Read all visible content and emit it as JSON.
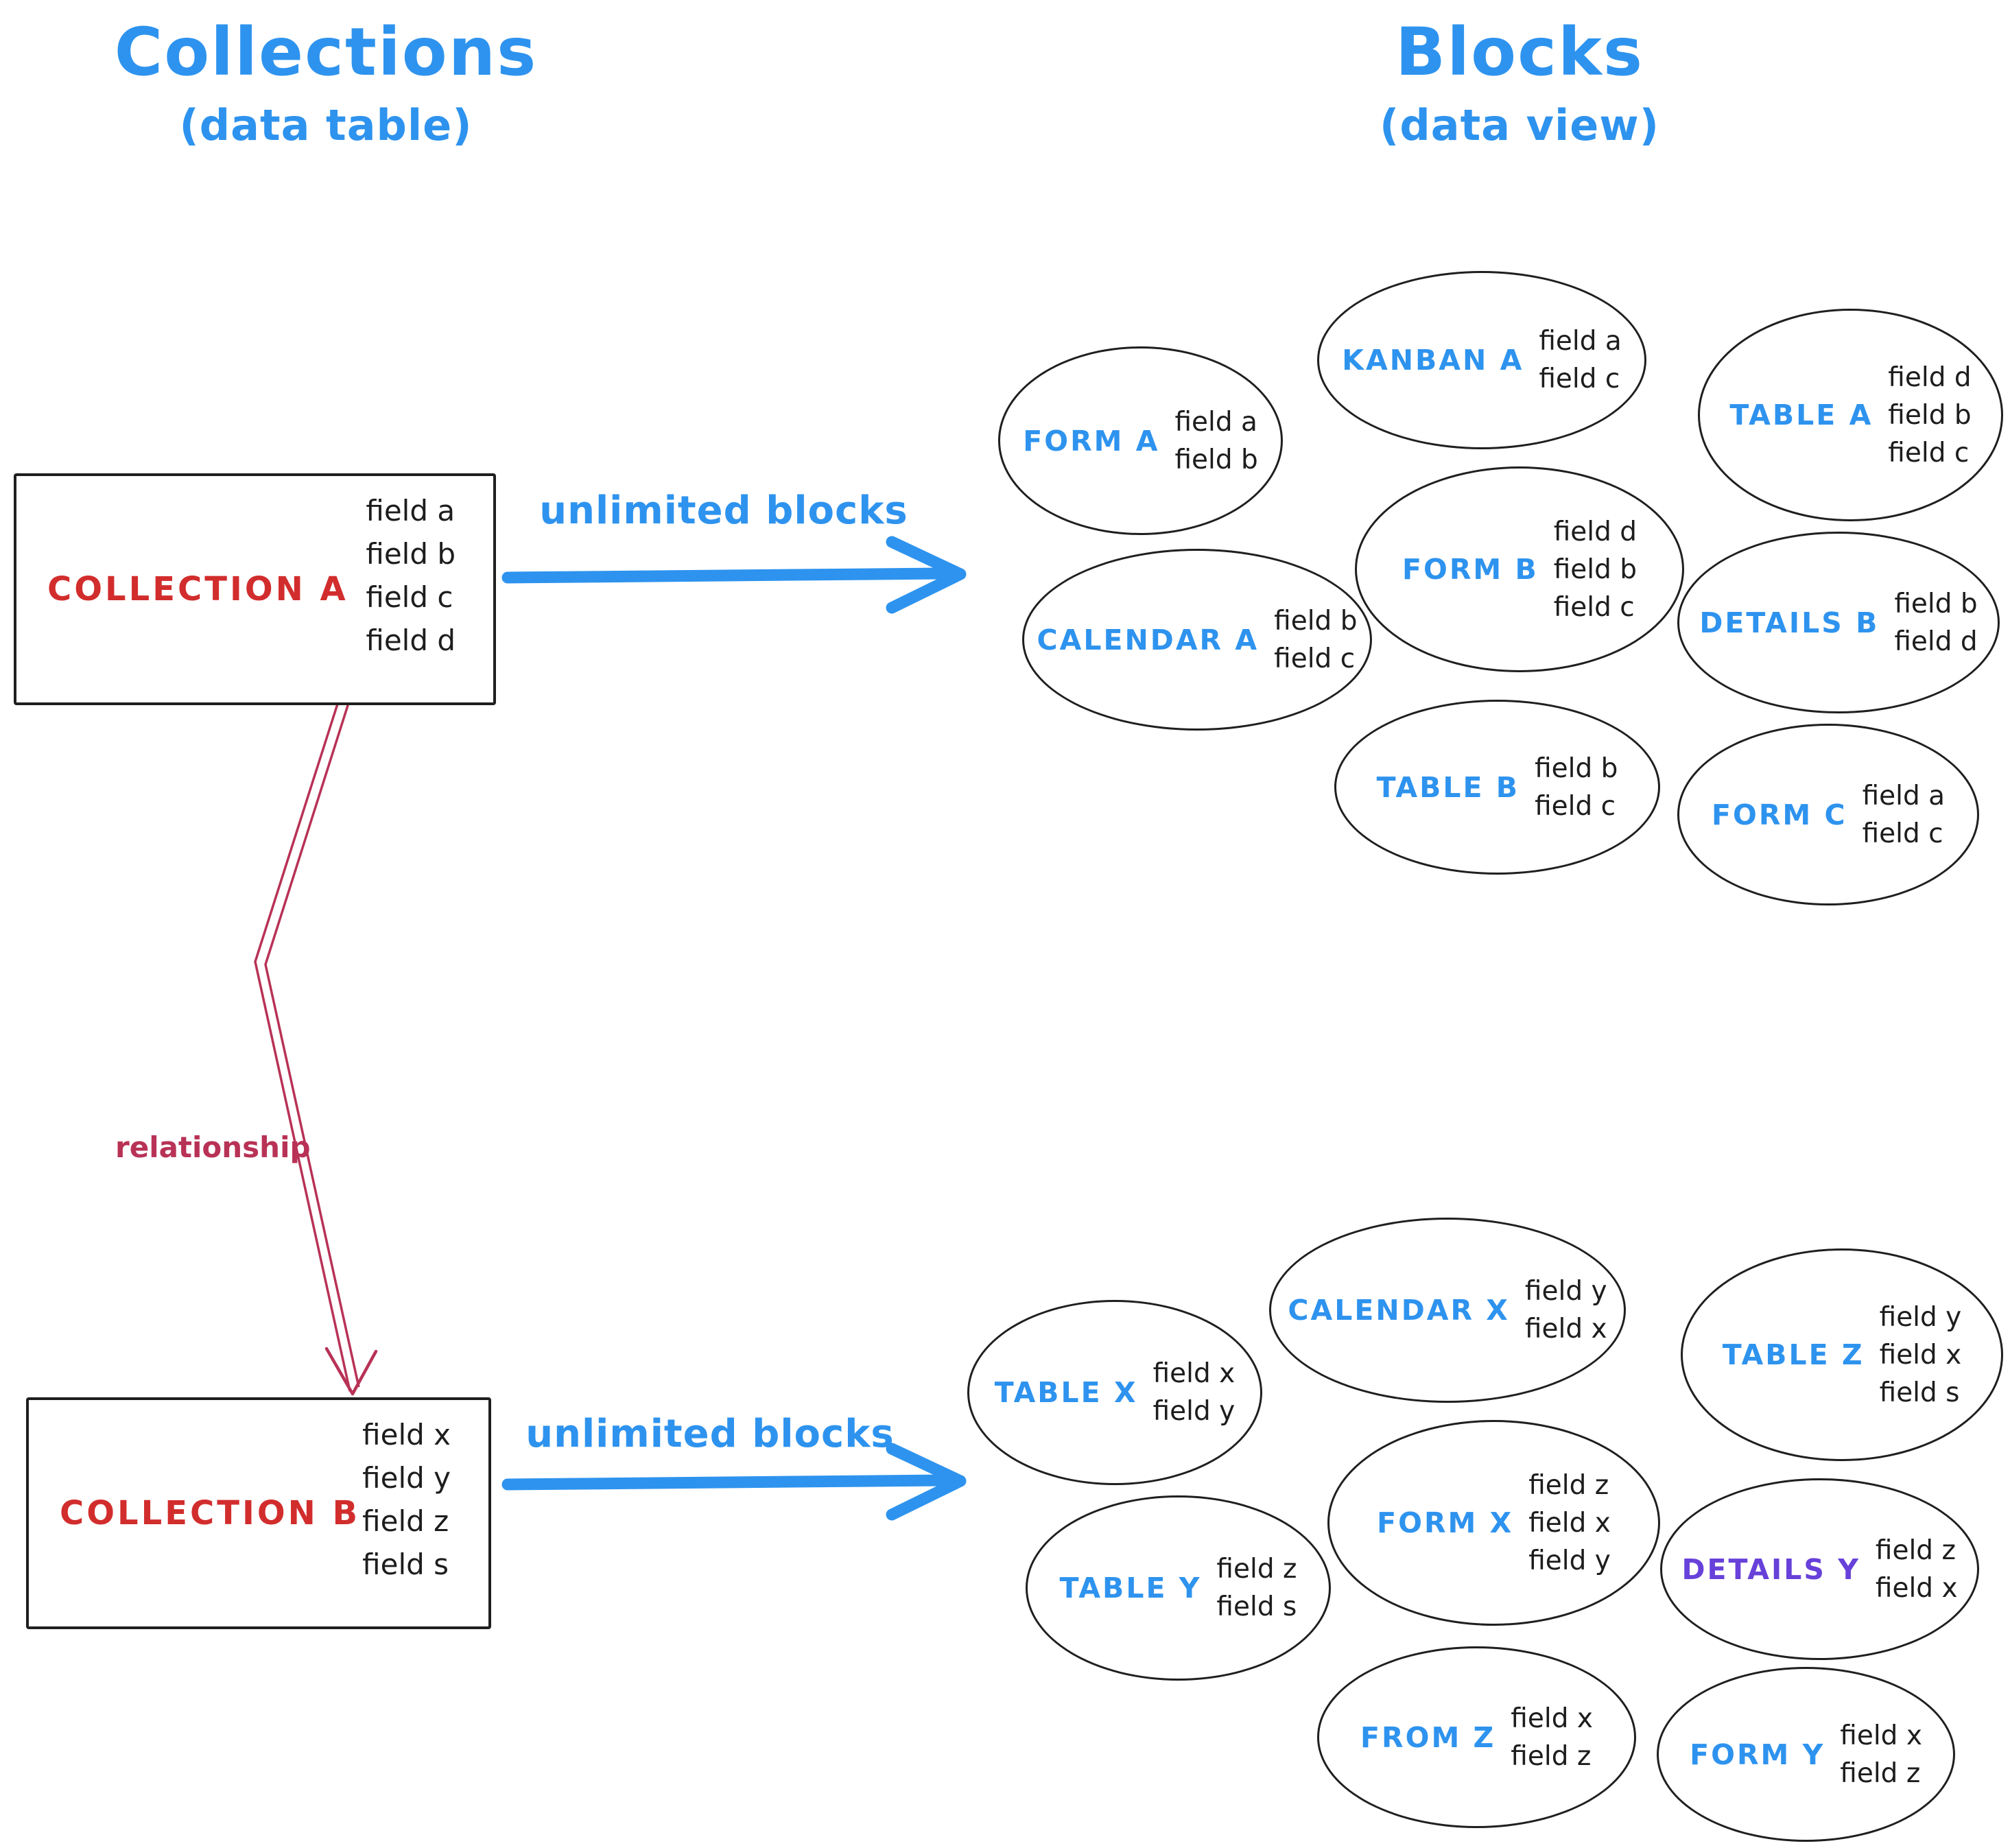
{
  "left": {
    "title": "Collections",
    "subtitle": "(data table)",
    "relationship_label": "relationship",
    "collections": [
      {
        "name": "COLLECTION A",
        "fields": [
          "field a",
          "field b",
          "field c",
          "field d"
        ]
      },
      {
        "name": "COLLECTION B",
        "fields": [
          "field x",
          "field y",
          "field z",
          "field s"
        ]
      }
    ]
  },
  "right": {
    "title": "Blocks",
    "subtitle": "(data view)"
  },
  "arrows": {
    "top_label": "unlimited blocks",
    "bottom_label": "unlimited blocks"
  },
  "blocks_a": [
    {
      "name": "FORM A",
      "fields": [
        "field a",
        "field b"
      ]
    },
    {
      "name": "KANBAN A",
      "fields": [
        "field a",
        "field c"
      ]
    },
    {
      "name": "TABLE A",
      "fields": [
        "field d",
        "field b",
        "field c"
      ]
    },
    {
      "name": "CALENDAR A",
      "fields": [
        "field b",
        "field c"
      ]
    },
    {
      "name": "FORM B",
      "fields": [
        "field d",
        "field b",
        "field c"
      ]
    },
    {
      "name": "DETAILS B",
      "fields": [
        "field b",
        "field d"
      ]
    },
    {
      "name": "TABLE B",
      "fields": [
        "field b",
        "field c"
      ]
    },
    {
      "name": "FORM C",
      "fields": [
        "field a",
        "field c"
      ]
    }
  ],
  "blocks_b": [
    {
      "name": "TABLE X",
      "fields": [
        "field x",
        "field y"
      ]
    },
    {
      "name": "CALENDAR X",
      "fields": [
        "field y",
        "field x"
      ]
    },
    {
      "name": "TABLE Z",
      "fields": [
        "field y",
        "field x",
        "field s"
      ]
    },
    {
      "name": "TABLE Y",
      "fields": [
        "field z",
        "field s"
      ]
    },
    {
      "name": "FORM X",
      "fields": [
        "field z",
        "field x",
        "field y"
      ]
    },
    {
      "name": "DETAILS Y",
      "fields": [
        "field z",
        "field x"
      ]
    },
    {
      "name": "FROM Z",
      "fields": [
        "field x",
        "field z"
      ]
    },
    {
      "name": "FORM Y",
      "fields": [
        "field x",
        "field z"
      ]
    }
  ],
  "colors": {
    "accent_blue": "#2e93ee",
    "collection_red": "#d22d2d",
    "relationship_crimson": "#b83256",
    "details_y_purple": "#6741d9",
    "ink": "#1d1d1d"
  }
}
